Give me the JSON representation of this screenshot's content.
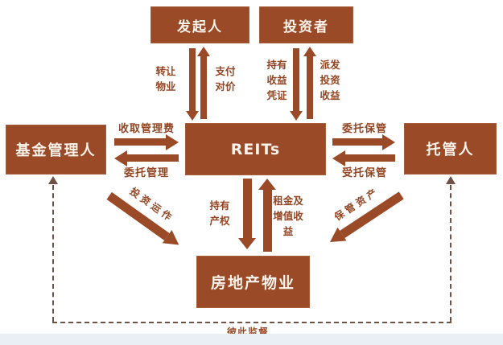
{
  "nodes": {
    "sponsor": "发起人",
    "investor": "投资者",
    "fund_manager": "基金管理人",
    "reits": "REITs",
    "custodian": "托管人",
    "property": "房地产物业"
  },
  "flows": {
    "transfer_property": "转让物业",
    "pay_consideration": "支付对价",
    "hold_income_certificate": "持有收益凭证",
    "distribute_investment_income": "派发投资收益",
    "collect_management_fee": "收取管理费",
    "entrust_management": "委托管理",
    "entrust_custody": "委托保管",
    "accept_custody": "受托保管",
    "hold_property_right": "持有产权",
    "rent_appreciation_income": "租金及增值收益",
    "investment_operation": "投资运作",
    "safekeep_assets": "保管资产",
    "mutual_supervision": "彼此监督"
  },
  "colors": {
    "primary_brown": "#9a4a27",
    "box_text": "#fbf2ea",
    "dashed_line": "#6f5146",
    "bottom_strip": "#e9eff5",
    "background": "#ffffff"
  }
}
